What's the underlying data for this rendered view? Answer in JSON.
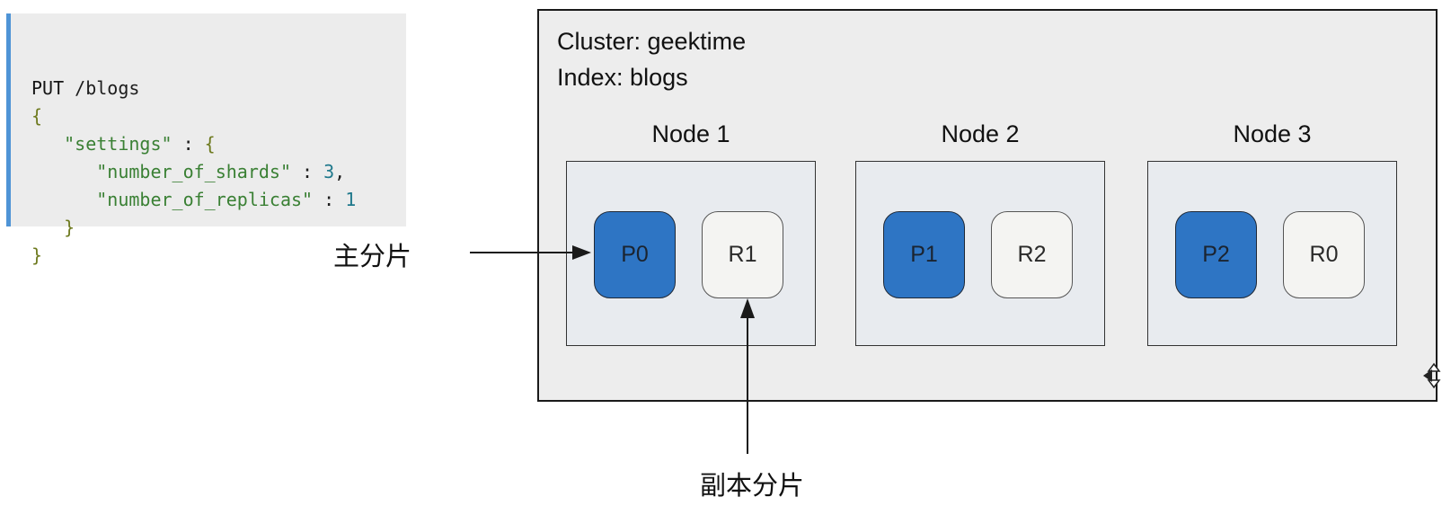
{
  "code_block": {
    "accent_color": "#4f94d6",
    "background": "#ececec",
    "lines": [
      {
        "segments": [
          {
            "type": "keyword",
            "text": "PUT "
          },
          {
            "type": "plain",
            "text": "/blogs"
          }
        ]
      },
      {
        "segments": [
          {
            "type": "brace",
            "text": "{"
          }
        ]
      },
      {
        "segments": [
          {
            "type": "plain",
            "text": "   "
          },
          {
            "type": "string",
            "text": "\"settings\""
          },
          {
            "type": "plain",
            "text": " : "
          },
          {
            "type": "brace",
            "text": "{"
          }
        ]
      },
      {
        "segments": [
          {
            "type": "plain",
            "text": "      "
          },
          {
            "type": "string",
            "text": "\"number_of_shards\""
          },
          {
            "type": "plain",
            "text": " : "
          },
          {
            "type": "number",
            "text": "3"
          },
          {
            "type": "plain",
            "text": ","
          }
        ]
      },
      {
        "segments": [
          {
            "type": "plain",
            "text": "      "
          },
          {
            "type": "string",
            "text": "\"number_of_replicas\""
          },
          {
            "type": "plain",
            "text": " : "
          },
          {
            "type": "number",
            "text": "1"
          }
        ]
      },
      {
        "segments": [
          {
            "type": "plain",
            "text": "   "
          },
          {
            "type": "brace",
            "text": "}"
          }
        ]
      },
      {
        "segments": [
          {
            "type": "brace",
            "text": "}"
          }
        ]
      }
    ]
  },
  "cluster": {
    "title_line1": "Cluster: geektime",
    "title_line2": "Index: blogs",
    "background": "#ededed",
    "border_color": "#1a1a1a",
    "node_background": "#e8ebef",
    "primary_shard_color": "#2e75c4",
    "replica_shard_color": "#f4f4f2",
    "nodes": [
      {
        "label": "Node 1",
        "shards": [
          {
            "label": "P0",
            "type": "primary"
          },
          {
            "label": "R1",
            "type": "replica"
          }
        ]
      },
      {
        "label": "Node 2",
        "shards": [
          {
            "label": "P1",
            "type": "primary"
          },
          {
            "label": "R2",
            "type": "replica"
          }
        ]
      },
      {
        "label": "Node 3",
        "shards": [
          {
            "label": "P2",
            "type": "primary"
          },
          {
            "label": "R0",
            "type": "replica"
          }
        ]
      }
    ]
  },
  "annotations": {
    "primary_label": "主分片",
    "replica_label": "副本分片"
  },
  "icons": {
    "mouse_cursor": "move-cursor"
  }
}
